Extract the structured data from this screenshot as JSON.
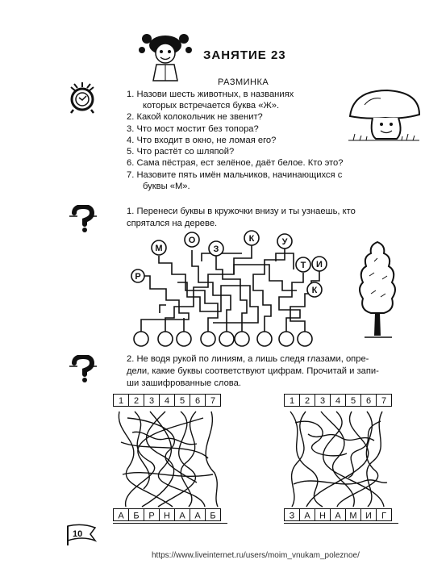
{
  "lesson": {
    "title": "ЗАНЯТИЕ 23"
  },
  "warmup": {
    "title": "РАЗМИНКА",
    "lines": [
      "1. Назови шесть животных, в названиях",
      "которых встречается буква «Ж».",
      "2. Какой колокольчик не звенит?",
      "3. Что мост мостит без топора?",
      "4. Что входит в окно, не ломая его?",
      "5. Что растёт со шляпой?",
      "6. Сама пёстрая, ест зелёное, даёт белое. Кто это?",
      "7. Назовите пять имён мальчиков, начинающихся с",
      "буквы «М»."
    ]
  },
  "task1": {
    "lines": [
      "1. Перенеси буквы в кружочки внизу и ты узнаешь, кто",
      "спрятался на дереве."
    ],
    "letters": [
      "Р",
      "М",
      "О",
      "З",
      "К",
      "У",
      "Т",
      "И",
      "К"
    ]
  },
  "task2": {
    "lines": [
      "2. Не водя рукой по линиям, а лишь следя глазами, опре-",
      "дели, какие буквы соответствуют цифрам. Прочитай и запи-",
      "ши зашифрованные слова."
    ],
    "numbers": [
      "1",
      "2",
      "3",
      "4",
      "5",
      "6",
      "7"
    ],
    "left_letters": [
      "А",
      "Б",
      "Р",
      "Н",
      "А",
      "А",
      "Б"
    ],
    "right_letters": [
      "З",
      "А",
      "Н",
      "А",
      "М",
      "И",
      "Г"
    ]
  },
  "page": {
    "number": "10",
    "footer": "https://www.liveinternet.ru/users/moim_vnukam_poleznoe/"
  }
}
